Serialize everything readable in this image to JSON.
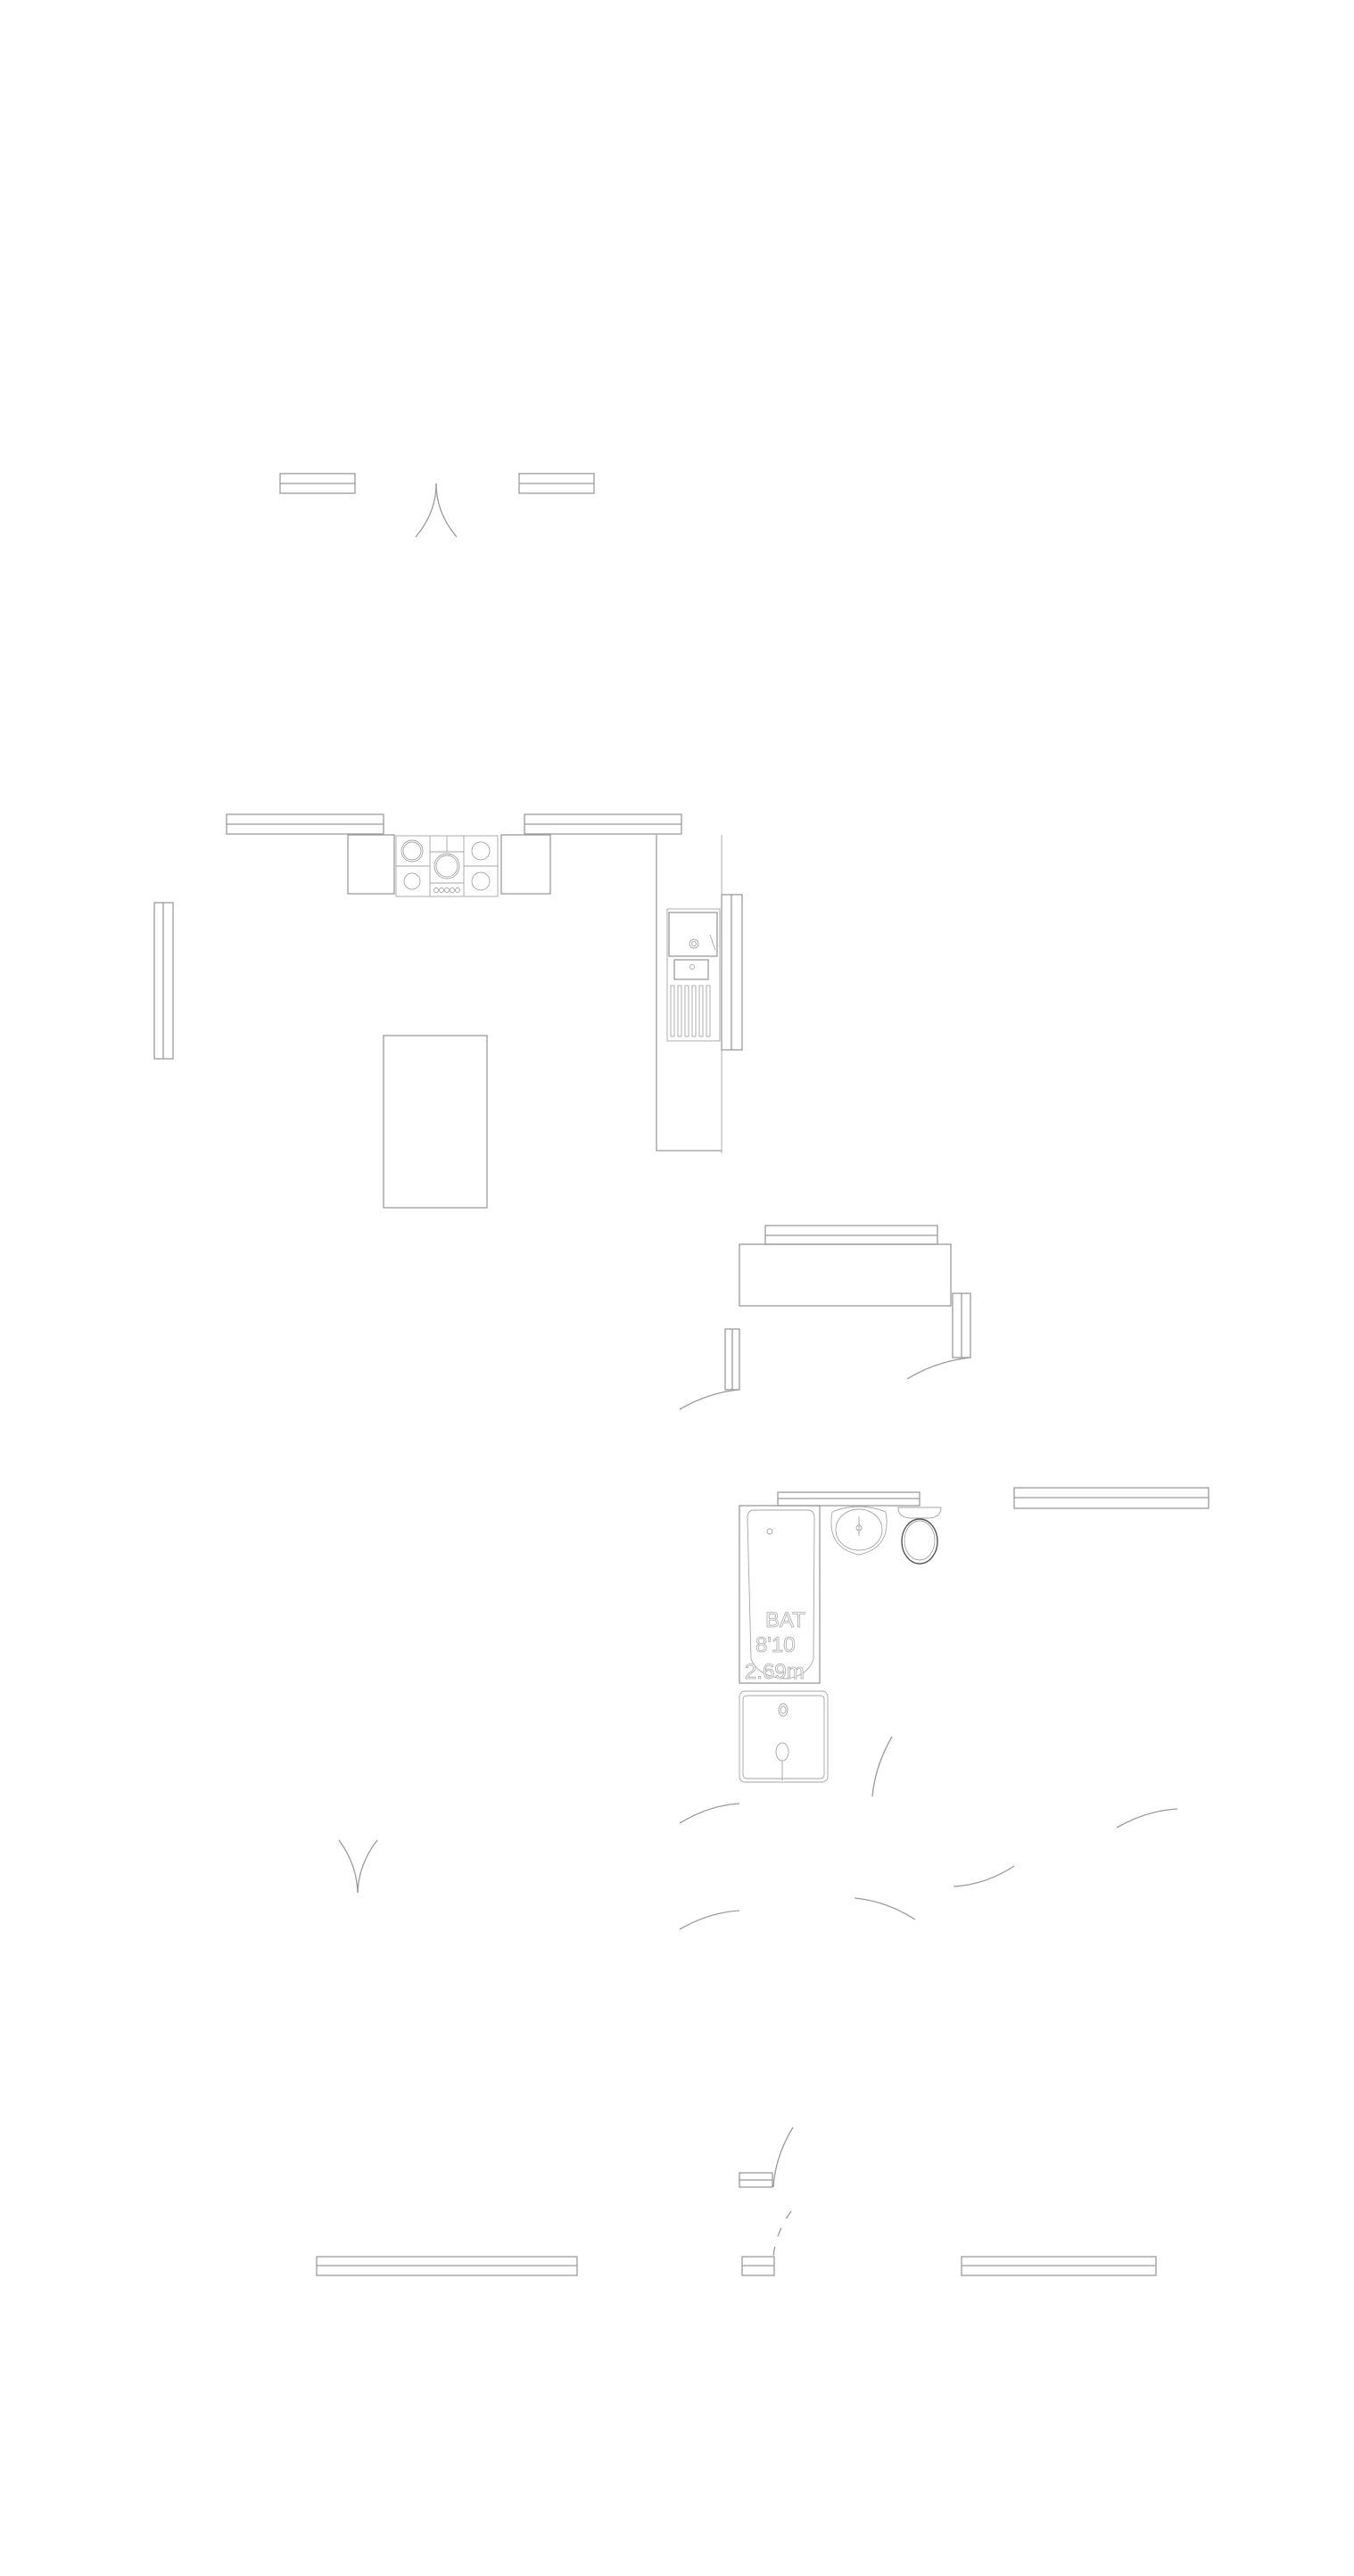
{
  "plan": {
    "bathtub_label": {
      "name": "BAT",
      "size_imperial": "8'10",
      "size_metric": "2.69m"
    }
  },
  "colors": {
    "line": "#9a9a9a",
    "background": "#ffffff"
  }
}
